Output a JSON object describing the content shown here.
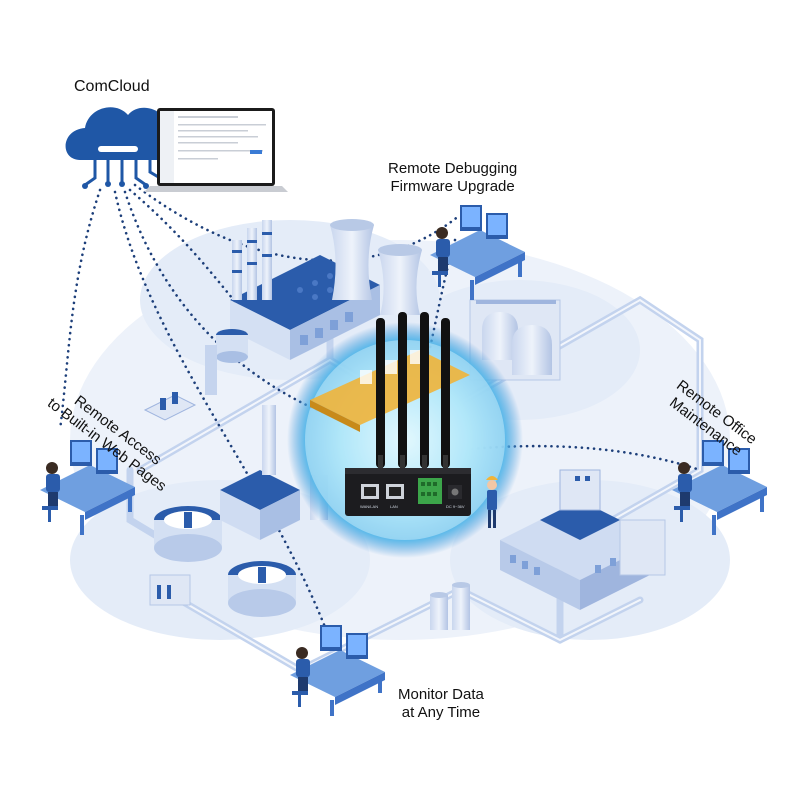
{
  "labels": {
    "comcloud": "ComCloud",
    "remote_debugging_line1": "Remote Debugging",
    "remote_debugging_line2": "Firmware Upgrade",
    "remote_access_line1": "Remote Access",
    "remote_access_line2": "to Built-in Web Pages",
    "remote_office_line1": "Remote Office",
    "remote_office_line2": "Maintenance",
    "monitor_line1": "Monitor Data",
    "monitor_line2": "at Any Time"
  },
  "router": {
    "port_wan": "WAN/LAN",
    "port_lan": "LAN",
    "dc_label": "DC 9~36V"
  },
  "colors": {
    "cloud": "#1f57a6",
    "dotted_link": "#1d3f7a",
    "building_dark": "#2b5cab",
    "building_light": "#cfdcf2",
    "ground": "#e6edf8",
    "glow": "#7fd3f5"
  },
  "icons": [
    "cloud-icon",
    "laptop-icon",
    "router-icon",
    "antenna-icon",
    "factory-icon",
    "tank-icon",
    "worker-icon",
    "workstation-icon"
  ]
}
